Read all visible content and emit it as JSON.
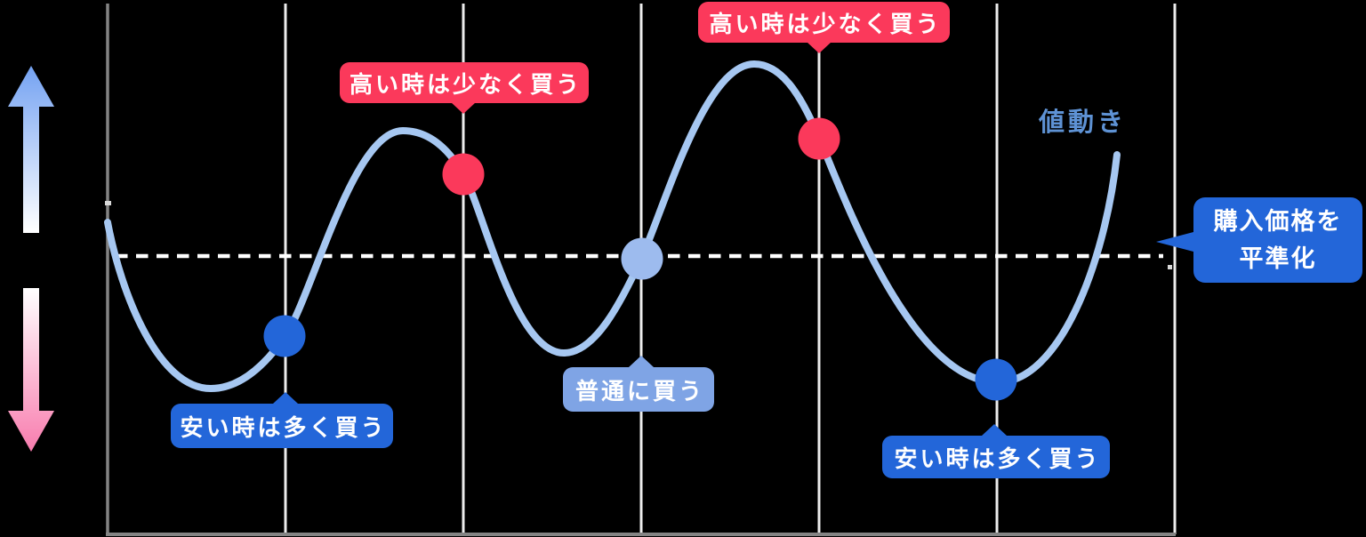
{
  "figure": {
    "curve_label": "値動き",
    "average_box": {
      "line1": "購入価格を",
      "line2": "平準化"
    },
    "callouts": {
      "high_1": {
        "text": "高い時は少なく買う"
      },
      "high_2": {
        "text": "高い時は少なく買う"
      },
      "low_1": {
        "text": "安い時は多く買う"
      },
      "low_2": {
        "text": "安い時は多く買う"
      },
      "normal_1": {
        "text": "普通に買う"
      }
    },
    "markers": [
      {
        "id": "buy-more-1",
        "meaning": "安い時は多く買う",
        "color_key": "blue"
      },
      {
        "id": "buy-less-1",
        "meaning": "高い時は少なく買う",
        "color_key": "red"
      },
      {
        "id": "buy-normal-1",
        "meaning": "普通に買う",
        "color_key": "dot-light"
      },
      {
        "id": "buy-less-2",
        "meaning": "高い時は少なく買う",
        "color_key": "red"
      },
      {
        "id": "buy-more-2",
        "meaning": "安い時は多く買う",
        "color_key": "blue"
      }
    ]
  },
  "colors": {
    "background": "#000000",
    "red": "#FB395B",
    "blue": "#2366D9",
    "light-blue": "#7FA4E5",
    "dot-light": "#9DBBEE",
    "curve": "#A6C7F1",
    "grid": "#EDEDED",
    "axis": "#848484",
    "dashed": "#FFFFFF",
    "label-blue": "#5E92D4",
    "arrow-up-top": "#74A2F2",
    "arrow-down-bottom": "#F87CAE"
  }
}
